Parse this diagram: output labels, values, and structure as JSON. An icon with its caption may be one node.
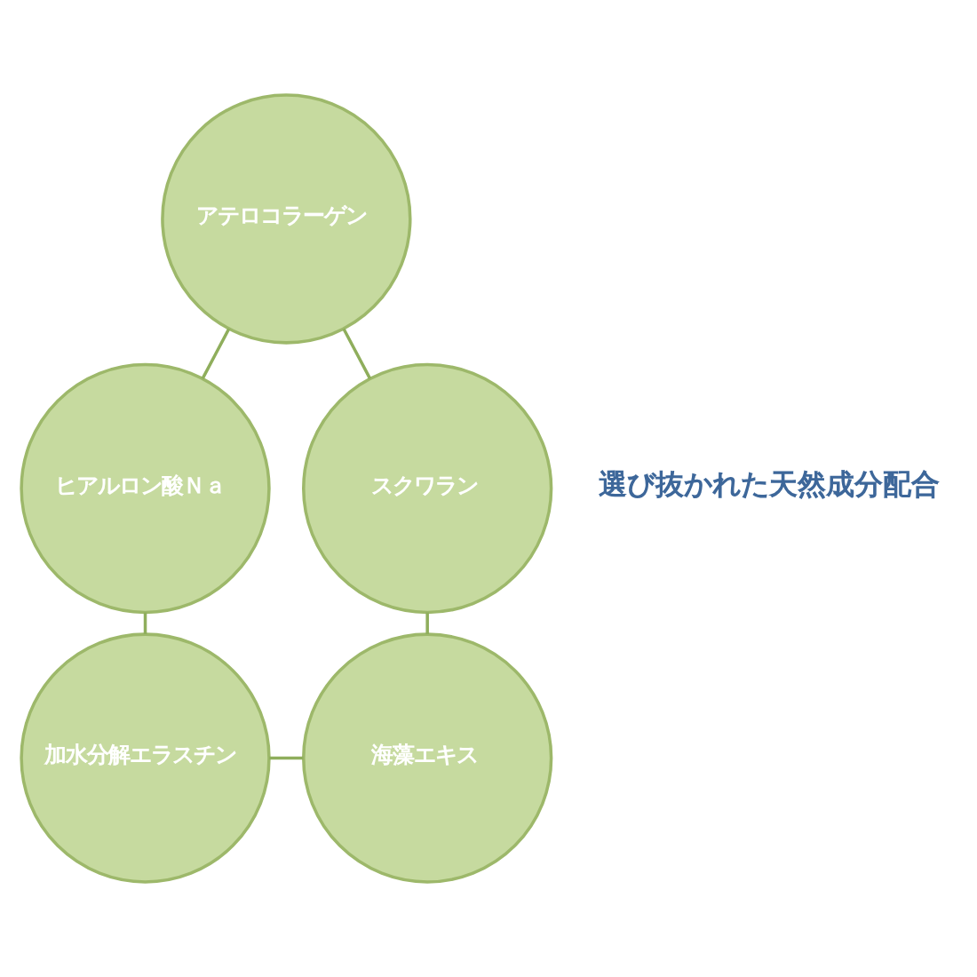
{
  "diagram": {
    "nodes": [
      {
        "text": [
          "アテロコラーゲン"
        ]
      },
      {
        "text": [
          "ヒアルロン酸Ｎａ"
        ]
      },
      {
        "text": [
          "スクワラン"
        ]
      },
      {
        "text": [
          "加水分解エラスチン"
        ]
      },
      {
        "text": [
          "海藻エキス"
        ]
      }
    ],
    "edges": [
      {
        "from": 0,
        "to": 2,
        "arrow": "none"
      },
      {
        "from": 2,
        "to": 4,
        "arrow": "none"
      },
      {
        "from": 4,
        "to": 3,
        "arrow": "none"
      },
      {
        "from": 3,
        "to": 1,
        "arrow": "none"
      },
      {
        "from": 1,
        "to": 0,
        "arrow": "none"
      }
    ],
    "labels": [
      "選び抜かれた天然成分配合"
    ]
  }
}
